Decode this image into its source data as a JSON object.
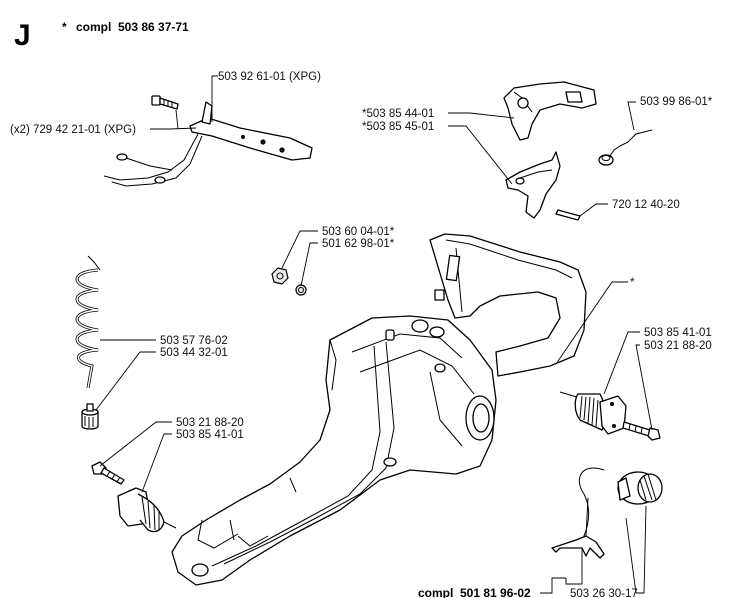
{
  "diagram": {
    "section_letter": "J",
    "header_asterisk": "*",
    "header_text": "compl  503 86 37-71",
    "labels": {
      "handle_bracket": "503 92 61-01 (XPG)",
      "bracket_screw": "(x2) 729 42 21-01 (XPG)",
      "trigger_a": "*503 85 44-01",
      "trigger_b": "*503 85 45-01",
      "spring_wire": "503 99 86-01*",
      "pin": "720 12 40-20",
      "nut_a": "503 60 04-01*",
      "nut_b": "501 62 98-01*",
      "handle_asterisk": "*",
      "hose": "503 57 76-02",
      "filter": "503 44 32-01",
      "right_buffer": "503 85 41-01",
      "right_screw": "503 21 88-20",
      "left_screw": "503 21 88-20",
      "left_buffer": "503 85 41-01",
      "cap_compl": "compl  501 81 96-02",
      "cap": "503 26 30-17"
    }
  }
}
